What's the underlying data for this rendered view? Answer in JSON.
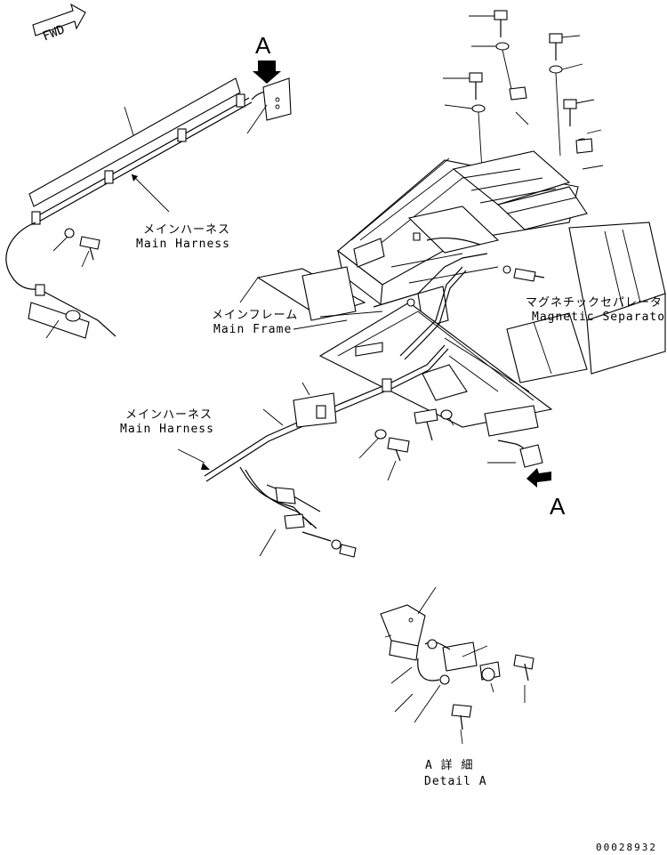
{
  "fwd_marker": "FWD",
  "view_a_top": "A",
  "view_a_right": "A",
  "labels": {
    "main_harness_top_jp": "メインハーネス",
    "main_harness_top_en": "Main Harness",
    "main_frame_jp": "メインフレーム",
    "main_frame_en": "Main Frame",
    "magnetic_separator_jp": "マグネチックセパレータ",
    "magnetic_separator_en": "Magnetic Separator",
    "main_harness_mid_jp": "メインハーネス",
    "main_harness_mid_en": "Main Harness",
    "detail_jp": "A 詳 細",
    "detail_en": "Detail A"
  },
  "part_number": "00028932"
}
